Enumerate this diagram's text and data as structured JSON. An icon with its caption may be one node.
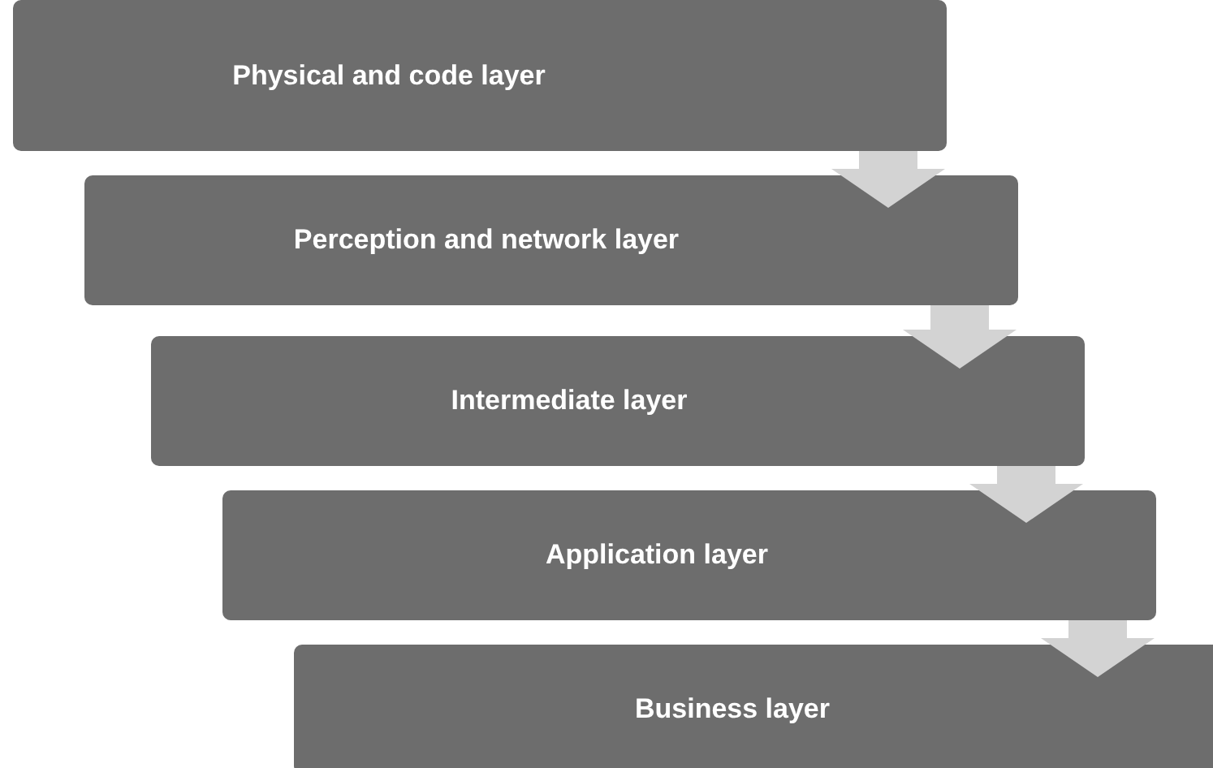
{
  "diagram": {
    "nodes": [
      {
        "text": [
          "Physical and code layer"
        ]
      },
      {
        "text": [
          "Perception and network layer"
        ]
      },
      {
        "text": [
          "Intermediate layer"
        ]
      },
      {
        "text": [
          "Application layer"
        ]
      },
      {
        "text": [
          "Business layer"
        ]
      }
    ],
    "edges": [
      {
        "from": 0,
        "to": 1,
        "arrow": "to"
      },
      {
        "from": 1,
        "to": 2,
        "arrow": "to"
      },
      {
        "from": 2,
        "to": 3,
        "arrow": "to"
      },
      {
        "from": 3,
        "to": 4,
        "arrow": "to"
      }
    ]
  }
}
